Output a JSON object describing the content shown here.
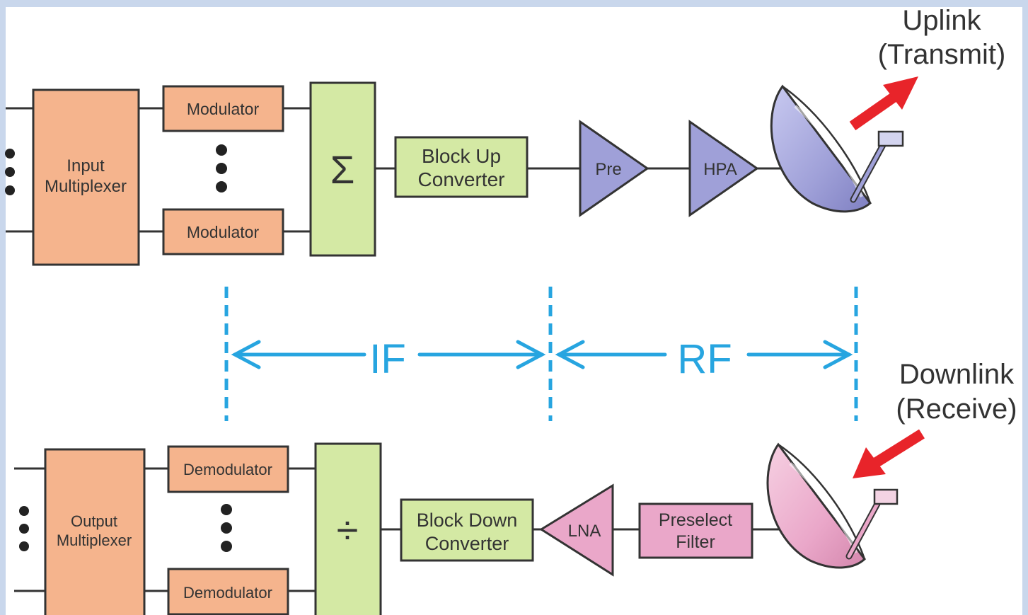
{
  "colors": {
    "background": "#c9d7ec",
    "peach": "#f5b48d",
    "green": "#d4e9a4",
    "purple": "#9fa0d8",
    "pink": "#eaa7c9",
    "if_rf_blue": "#27a5e0",
    "arrow_red": "#e8242a",
    "line": "#333333"
  },
  "uplink": {
    "title_line1": "Uplink",
    "title_line2": "(Transmit)",
    "input_mux_line1": "Input",
    "input_mux_line2": "Multiplexer",
    "modulator_top": "Modulator",
    "modulator_bottom": "Modulator",
    "summer_symbol": "Σ",
    "buc_line1": "Block Up",
    "buc_line2": "Converter",
    "pre_amp": "Pre",
    "hpa": "HPA"
  },
  "bands": {
    "if_label": "IF",
    "rf_label": "RF"
  },
  "downlink": {
    "title_line1": "Downlink",
    "title_line2": "(Receive)",
    "output_mux_line1": "Output",
    "output_mux_line2": "Multiplexer",
    "demodulator_top": "Demodulator",
    "demodulator_bottom": "Demodulator",
    "splitter_symbol": "÷",
    "bdc_line1": "Block Down",
    "bdc_line2": "Converter",
    "lna": "LNA",
    "preselect_line1": "Preselect",
    "preselect_line2": "Filter"
  }
}
